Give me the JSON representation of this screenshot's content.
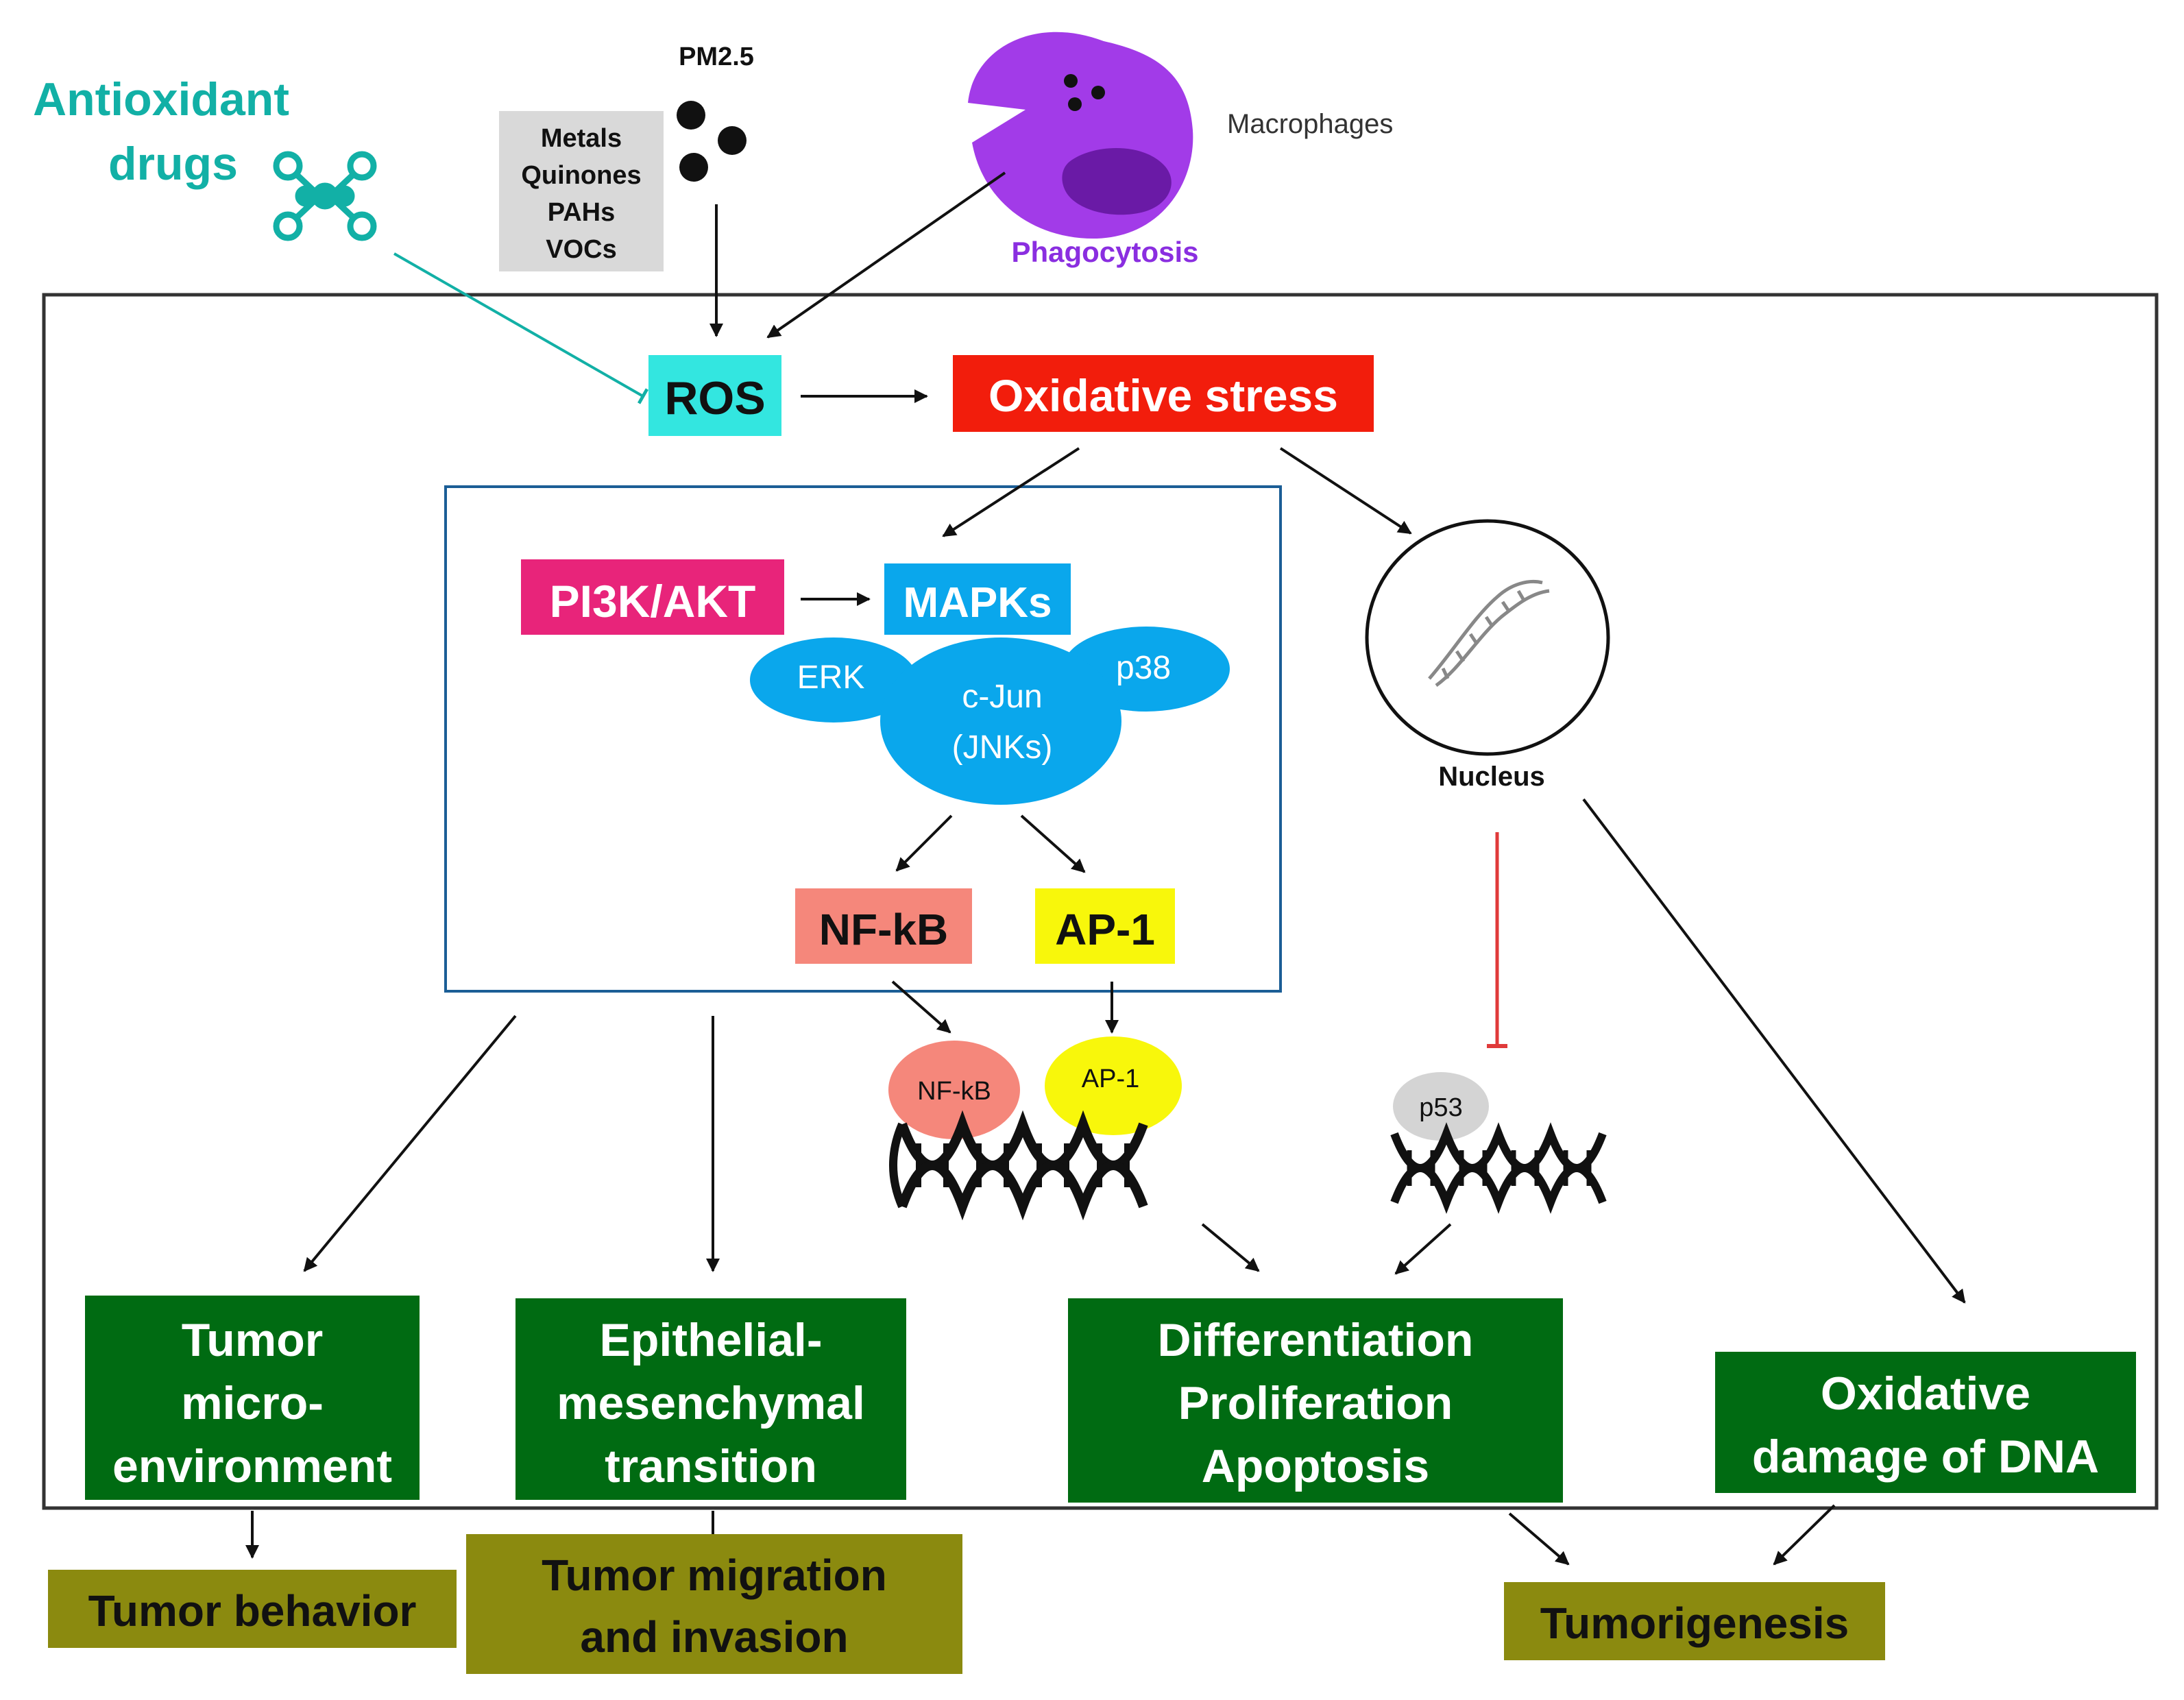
{
  "inputs": {
    "antioxidant": {
      "line1": "Antioxidant",
      "line2": "drugs"
    },
    "pm25": "PM2.5",
    "pollutants": [
      "Metals",
      "Quinones",
      "PAHs",
      "VOCs"
    ],
    "macrophages": "Macrophages",
    "phagocytosis": "Phagocytosis"
  },
  "pathway": {
    "ros": "ROS",
    "oxidative_stress": "Oxidative stress",
    "pi3k": "PI3K/AKT",
    "mapks": "MAPKs",
    "erk": "ERK",
    "cjun": {
      "line1": "c-Jun",
      "line2": "(JNKs)"
    },
    "p38": "p38",
    "nfkb": "NF-kB",
    "ap1": "AP-1",
    "nfkb_bound": "NF-kB",
    "ap1_bound": "AP-1",
    "nucleus": "Nucleus",
    "p53": "p53"
  },
  "outcomes": {
    "tumor_micro": [
      "Tumor",
      "micro-",
      "environment"
    ],
    "emt": [
      "Epithelial-",
      "mesenchymal",
      "transition"
    ],
    "diff_prolif": [
      "Differentiation",
      "Proliferation",
      "Apoptosis"
    ],
    "dna_damage": [
      "Oxidative",
      "damage of DNA"
    ]
  },
  "final": {
    "tumor_behavior": "Tumor behavior",
    "migration": [
      "Tumor migration",
      "and invasion"
    ],
    "tumorigenesis": "Tumorigenesis"
  },
  "colors": {
    "ros_fill": "#33e6e0",
    "oxidative_stress_fill": "#f21d0c",
    "pi3k_fill": "#e8247a",
    "mapk_fill": "#0aa7ec",
    "nfkb_fill": "#f5877b",
    "ap1_fill": "#f8f70b",
    "outcome_fill": "#006b12",
    "final_fill": "#8b8a0f",
    "antioxidant_color": "#12b0a6",
    "phagocytosis_color": "#8a2ee0",
    "macrophage_fill": "#a23be8",
    "inhibition_red": "#e03a3a"
  }
}
